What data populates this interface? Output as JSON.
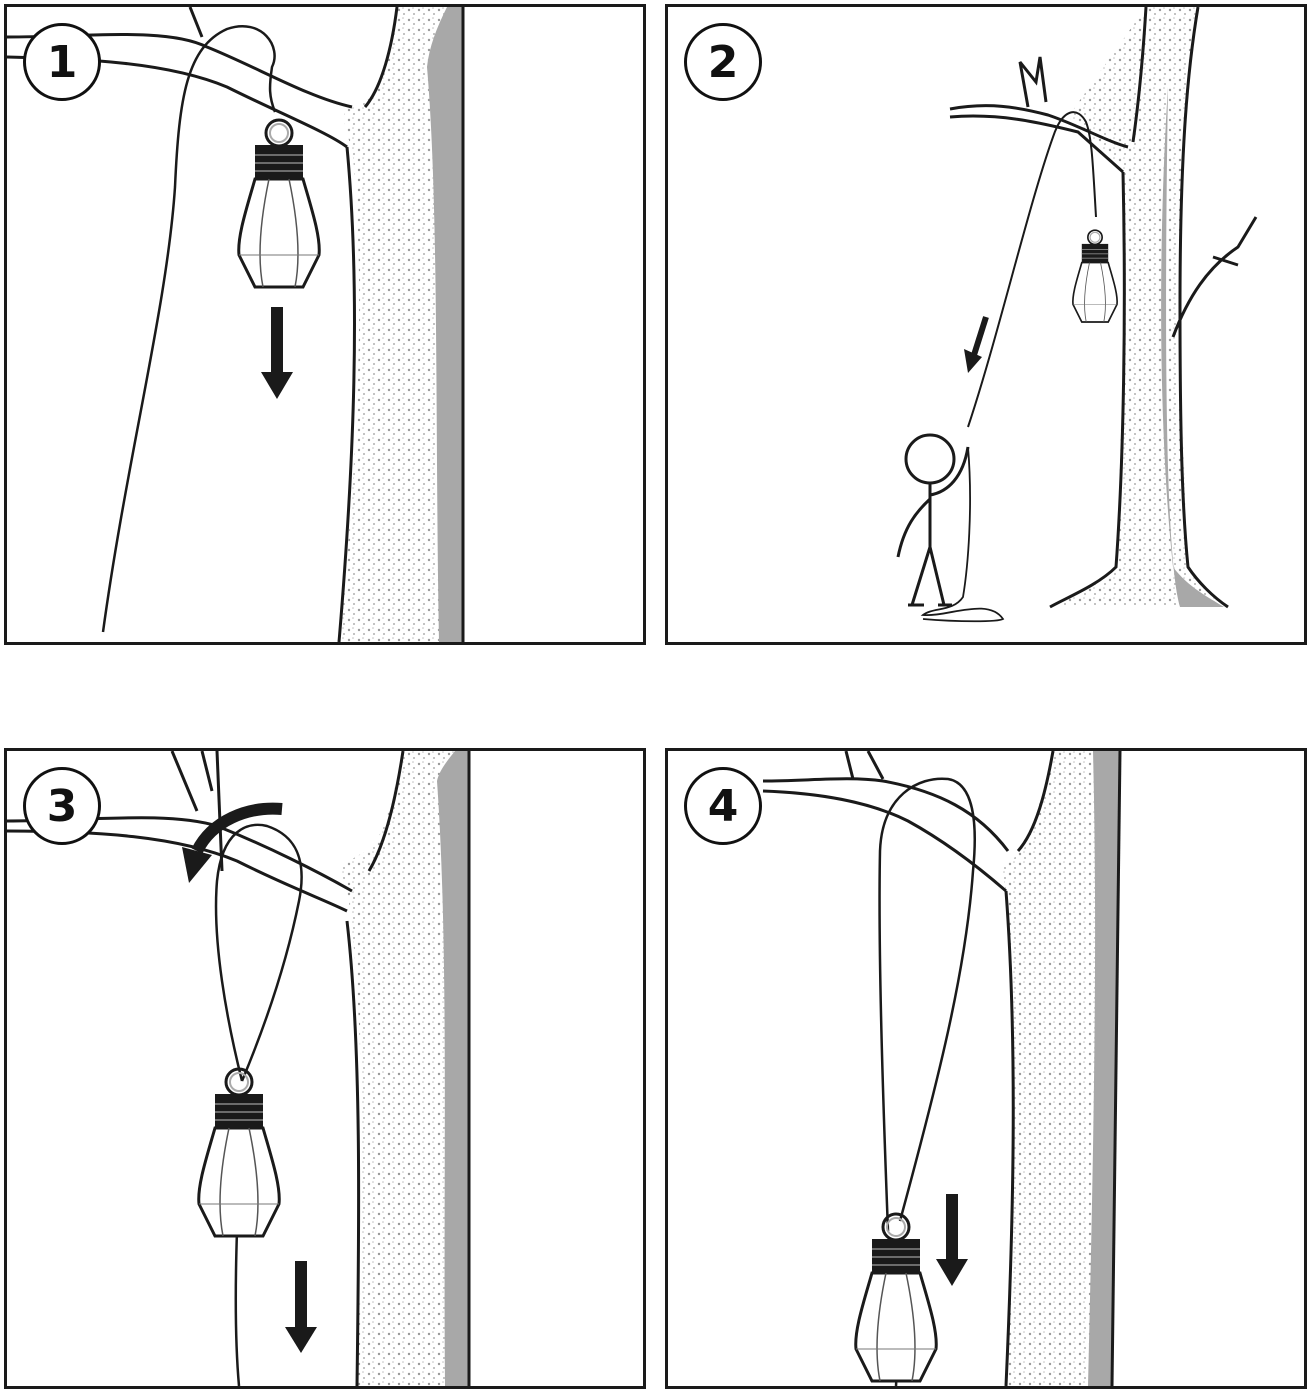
{
  "steps": [
    {
      "number": "1"
    },
    {
      "number": "2"
    },
    {
      "number": "3"
    },
    {
      "number": "4"
    }
  ],
  "colors": {
    "line": "#1a1a1a",
    "bark_shade": "#a8a8a8",
    "background": "#ffffff"
  },
  "icons": [
    "tree-icon",
    "lantern-icon",
    "rope-icon",
    "down-arrow-icon",
    "curved-arrow-icon",
    "stick-figure-icon"
  ]
}
